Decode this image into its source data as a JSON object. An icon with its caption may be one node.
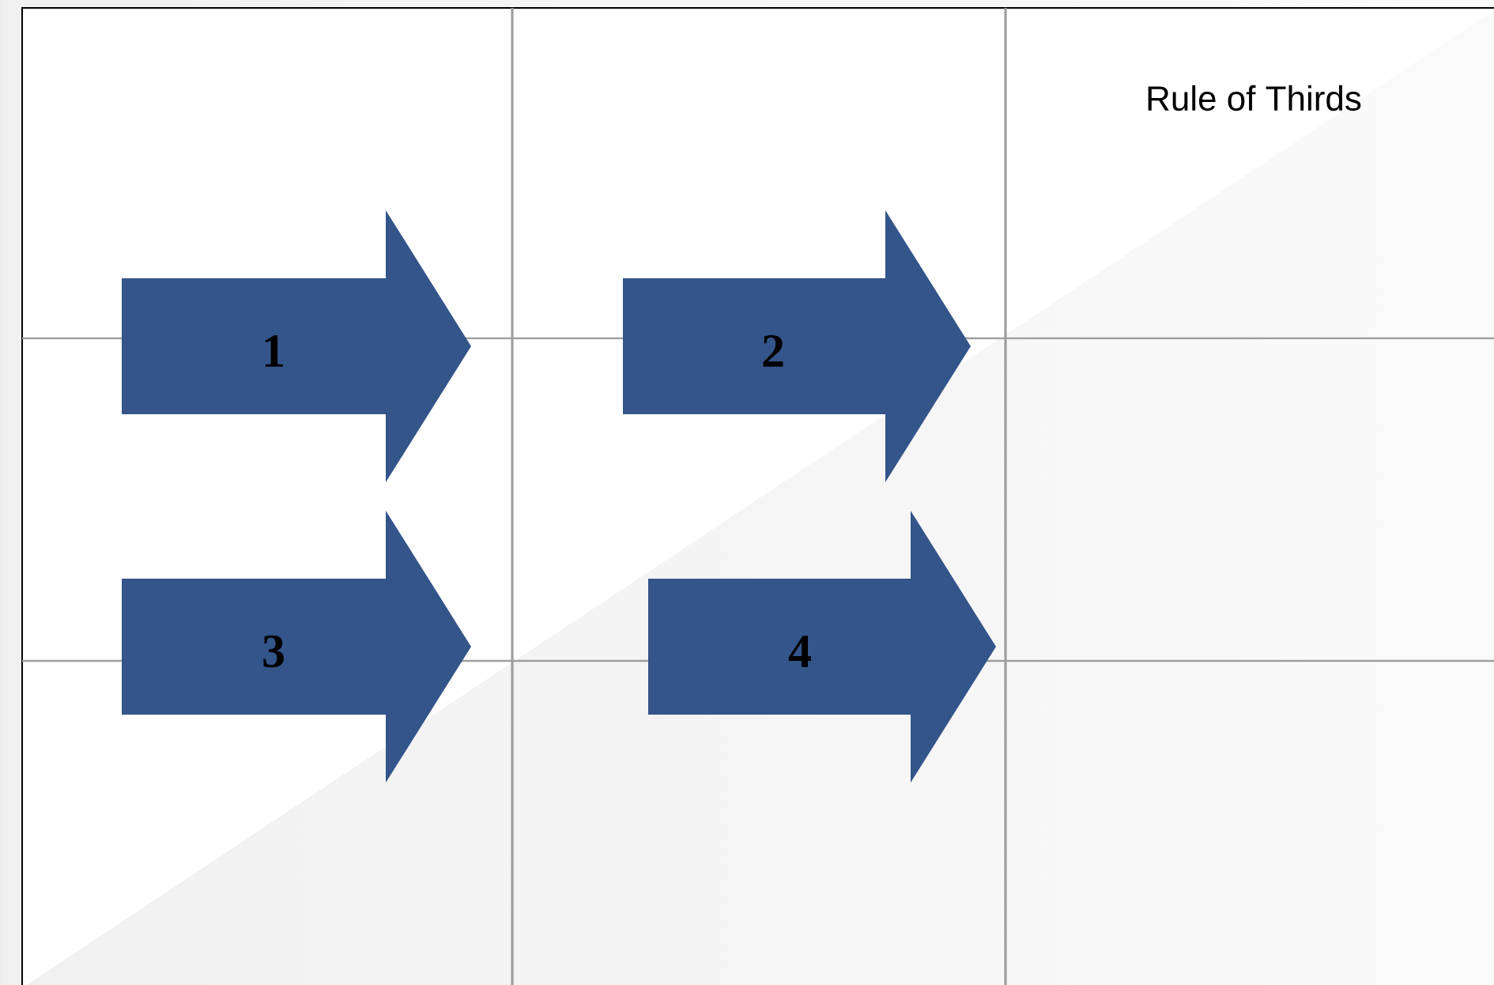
{
  "diagram": {
    "title": "Rule of Thirds",
    "nodes": [
      {
        "text": [
          "1"
        ]
      },
      {
        "text": [
          "2"
        ]
      },
      {
        "text": [
          "3"
        ]
      },
      {
        "text": [
          "4"
        ]
      }
    ]
  }
}
